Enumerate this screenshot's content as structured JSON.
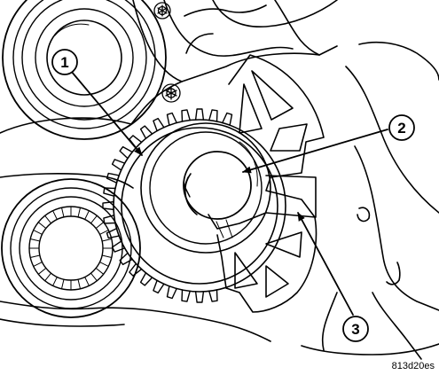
{
  "callouts": [
    {
      "id": "1",
      "label": "1"
    },
    {
      "id": "2",
      "label": "2"
    },
    {
      "id": "3",
      "label": "3"
    }
  ],
  "figure_code": "813d20es",
  "colors": {
    "ink": "#000000",
    "paper": "#ffffff"
  }
}
